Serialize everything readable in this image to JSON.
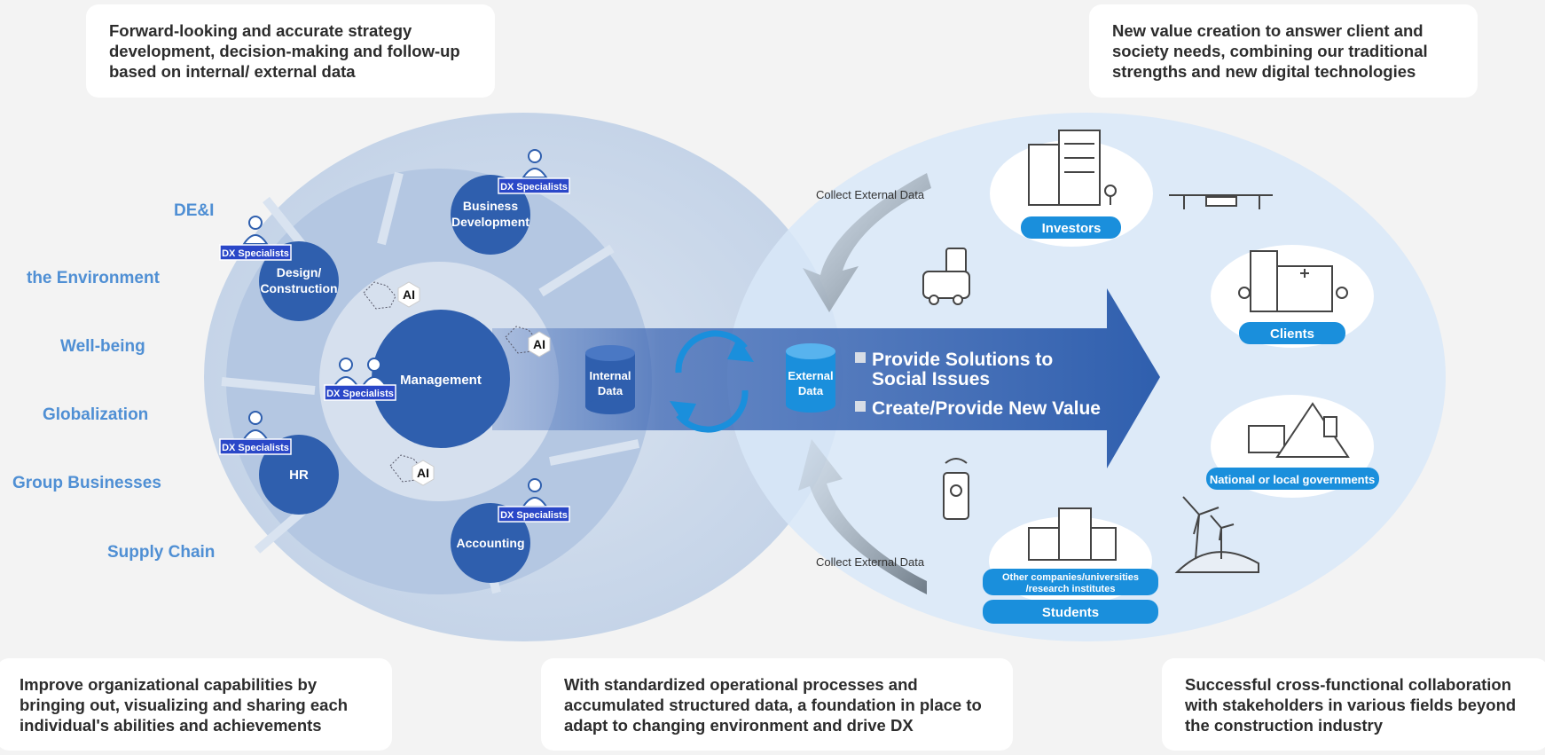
{
  "notes": {
    "top_left": "Forward-looking and accurate strategy development, decision-making and follow-up based on internal/ external data",
    "top_right": "New value creation to answer client and society needs, combining our traditional strengths and new digital technologies",
    "bottom_left": "Improve organizational capabilities by bringing out, visualizing and sharing each individual's abilities and achievements",
    "bottom_center": "With standardized operational processes and accumulated structured data, a foundation in place to adapt to changing environment and drive DX",
    "bottom_right": "Successful cross-functional collaboration with stakeholders in various fields beyond the construction industry"
  },
  "side_labels": [
    "DE&I",
    "the Environment",
    "Well-being",
    "Globalization",
    "Group Businesses",
    "Supply Chain"
  ],
  "departments": {
    "business_development": [
      "Business",
      "Development"
    ],
    "design_construction": [
      "Design/",
      "Construction"
    ],
    "management": "Management",
    "hr": "HR",
    "accounting": "Accounting"
  },
  "dx_specialists": "DX Specialists",
  "ai_label": "AI",
  "internal_data": [
    "Internal",
    "Data"
  ],
  "external_data": [
    "External",
    "Data"
  ],
  "collect_external_data": "Collect External Data",
  "arrow_items": [
    [
      "Provide Solutions to",
      "Social Issues"
    ],
    [
      "Create/Provide New Value"
    ]
  ],
  "stakeholders": {
    "investors": "Investors",
    "clients": "Clients",
    "governments": "National or local governments",
    "other_orgs": [
      "Other companies/universities",
      "/research institutes"
    ],
    "students": "Students"
  },
  "colors": {
    "background": "#f3f3f3",
    "left_ellipse": "#c9d7ea",
    "right_ellipse": "#d9e9f8",
    "dept_circle": "#2f5fae",
    "label_blue": "#4f8fd4",
    "stakeholder_pill": "#1a8fdc",
    "dx_badge": "#2a47c8"
  }
}
